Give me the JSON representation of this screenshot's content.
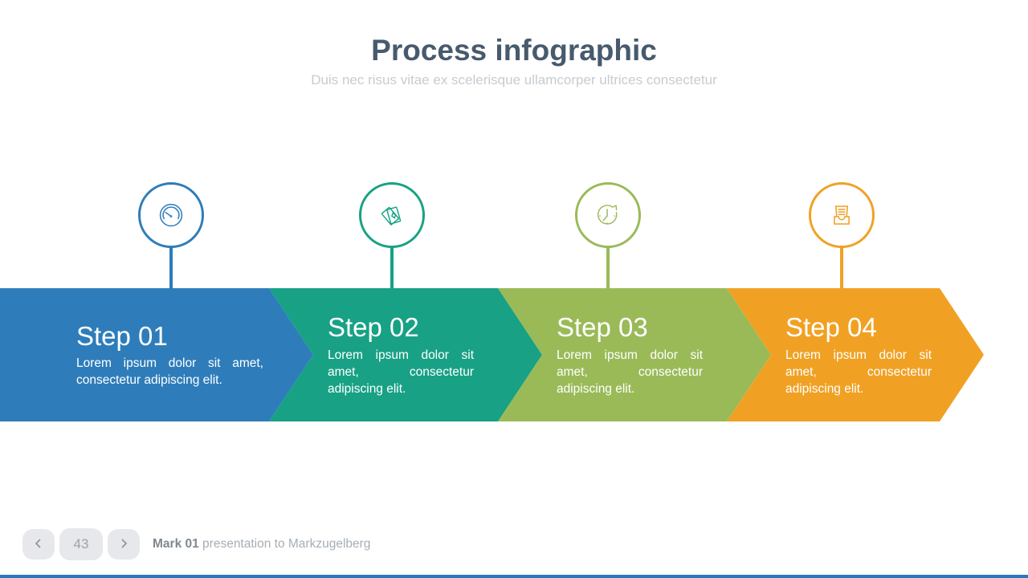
{
  "slide": {
    "title": "Process infographic",
    "subtitle": "Duis nec risus vitae ex scelerisque ullamcorper ultrices consectetur"
  },
  "steps": [
    {
      "label": "Step 01",
      "description": "Lorem ipsum dolor sit amet, consectetur adipiscing elit.",
      "color": "#2E7DBA",
      "icon": "gauge-icon"
    },
    {
      "label": "Step 02",
      "description": "Lorem ipsum dolor sit amet, consectetur adipiscing elit.",
      "color": "#18A185",
      "icon": "playing-cards-icon"
    },
    {
      "label": "Step 03",
      "description": "Lorem ipsum dolor sit amet, consectetur adipiscing elit.",
      "color": "#9ABA58",
      "icon": "clock-history-icon"
    },
    {
      "label": "Step 04",
      "description": "Lorem ipsum dolor sit amet, consectetur adipiscing elit.",
      "color": "#F0A124",
      "icon": "inbox-tray-icon"
    }
  ],
  "footer": {
    "page_number": "43",
    "brand": "Mark 01",
    "caption": " presentation to Markzugelberg"
  },
  "colors": {
    "title_text": "#475A6E",
    "subtitle_text": "#C7CCD1",
    "step_text": "#FFFFFF",
    "footer_button_bg": "#E6E8EB",
    "bottom_accent_bar": "#2878BE"
  }
}
